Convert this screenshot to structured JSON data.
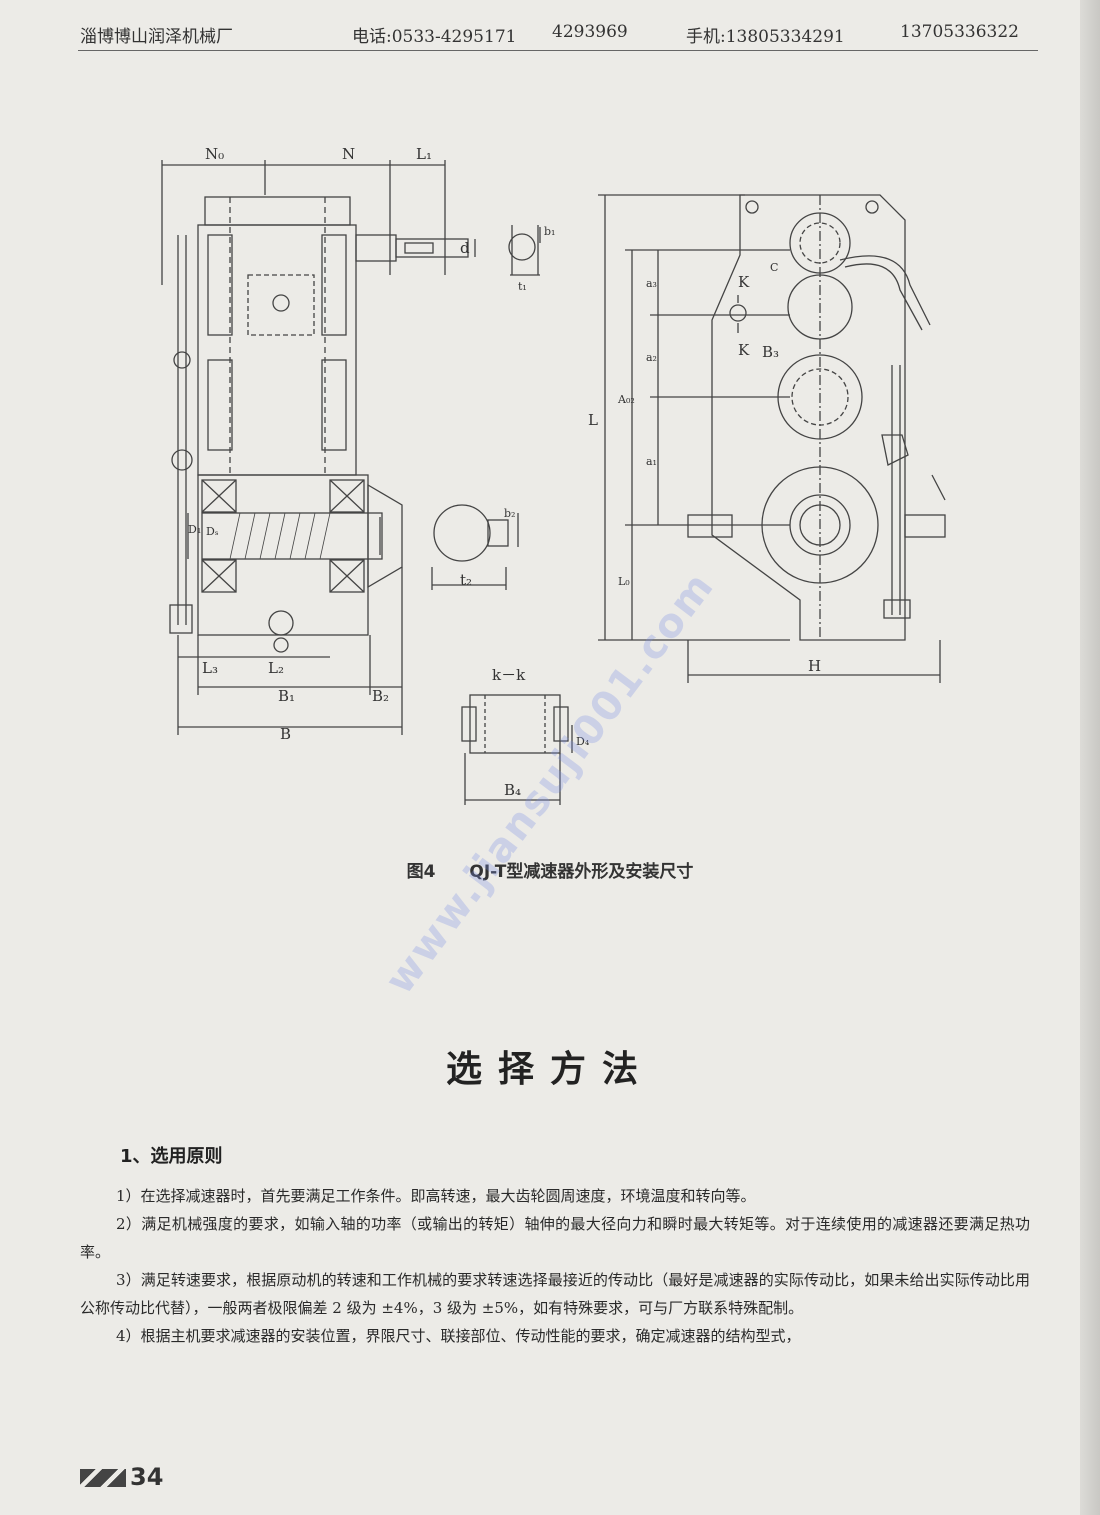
{
  "header": {
    "company": "淄博博山润泽机械厂",
    "phone_label": "电话:0533-4295171",
    "phone_extra": "4293969",
    "mobile_label": "手机:13805334291",
    "mobile_extra": "13705336322"
  },
  "figure": {
    "number": "图4",
    "caption": "QJ-T型减速器外形及安装尺寸",
    "labels": {
      "N0": "N₀",
      "N": "N",
      "L1": "L₁",
      "b1": "b₁",
      "d": "d",
      "t1": "t₁",
      "L": "L",
      "A02": "A₀₂",
      "a1": "a₁",
      "a2": "a₂",
      "a3": "a₃",
      "L0": "L₀",
      "K": "K",
      "B3": "B₃",
      "C": "C",
      "H": "H",
      "b2": "b₂",
      "t2": "t₂",
      "D1": "D₁",
      "D": "Dₛ",
      "L3": "L₃",
      "L2": "L₂",
      "B1": "B₁",
      "B2": "B₂",
      "B": "B",
      "kk": "k－k",
      "D4": "D₄",
      "B4": "B₄"
    }
  },
  "watermark": "www.jiansuji001.com",
  "section": {
    "title": "选择方法",
    "subtitle": "1、选用原则",
    "paragraphs": [
      "1）在选择减速器时，首先要满足工作条件。即高转速，最大齿轮圆周速度，环境温度和转向等。",
      "2）满足机械强度的要求，如输入轴的功率（或输出的转矩）轴伸的最大径向力和瞬时最大转矩等。对于连续使用的减速器还要满足热功率。",
      "3）满足转速要求，根据原动机的转速和工作机械的要求转速选择最接近的传动比（最好是减速器的实际传动比，如果未给出实际传动比用公称传动比代替），一般两者极限偏差 2 级为 ±4%，3 级为 ±5%，如有特殊要求，可与厂方联系特殊配制。",
      "4）根据主机要求减速器的安装位置，界限尺寸、联接部位、传动性能的要求，确定减速器的结构型式，"
    ]
  },
  "page_number": "34"
}
